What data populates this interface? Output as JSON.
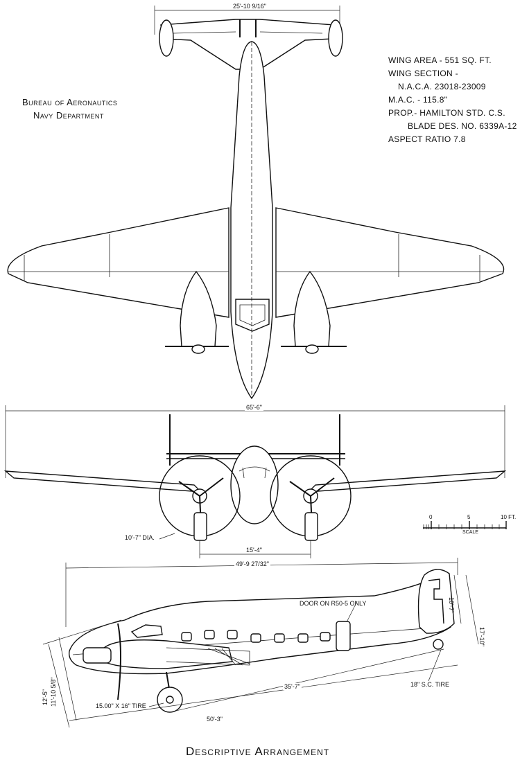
{
  "organization": {
    "line1": "Bureau of Aeronautics",
    "line2": "Navy Department"
  },
  "specs": [
    "WING AREA - 551 SQ. FT.",
    "WING SECTION -",
    "N.A.C.A. 23018-23009",
    "M.A.C. - 115.8\"",
    "PROP.- HAMILTON STD. C.S.",
    "BLADE DES. NO. 6339A-12",
    "ASPECT RATIO 7.8"
  ],
  "dimensions": {
    "tail_span": "25'-10 9/16\"",
    "wing_span": "65'-6\"",
    "prop_diameter": "10'-7\" DIA.",
    "engine_spacing": "15'-4\"",
    "overall_length": "49'-9 27/32\"",
    "tail_height": "10'-7\"",
    "overall_height": "17'-10\"",
    "height_left_1": "12'-5\"",
    "height_left_2": "11'-10 5/8\"",
    "ground_line": "35'-7\"",
    "wheel_base": "50'-3\""
  },
  "notes": {
    "door": "DOOR ON R50-5 ONLY",
    "tail_tire": "18\" S.C. TIRE",
    "main_tire": "15.00\" X 16\" TIRE"
  },
  "scale": {
    "ticks": [
      "0",
      "5",
      "10 FT."
    ],
    "label": "SCALE"
  },
  "title": "Descriptive Arrangement"
}
